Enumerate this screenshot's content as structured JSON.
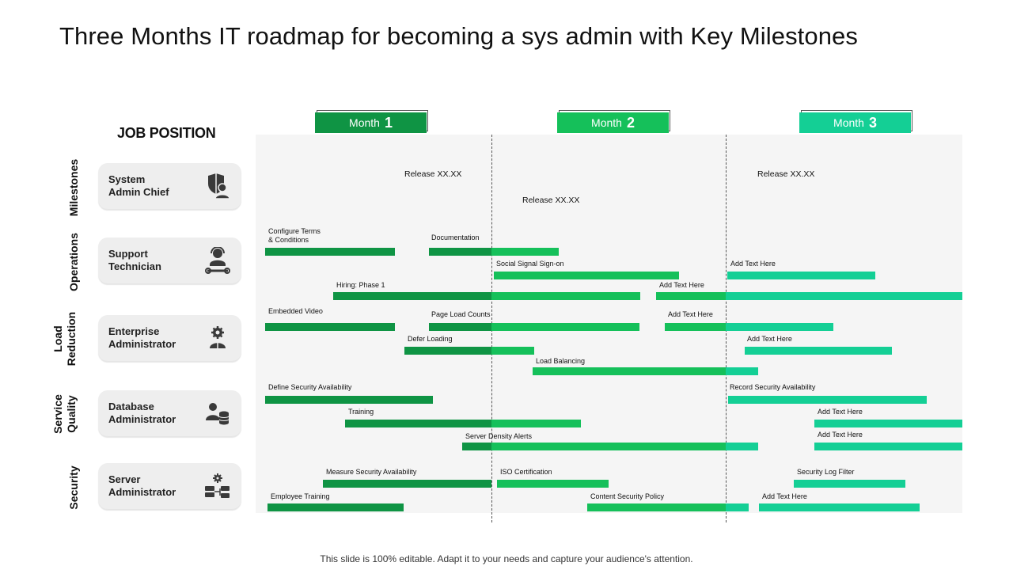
{
  "title": "Three Months IT roadmap for becoming a sys admin with Key Milestones",
  "job_position_heading": "JOB POSITION",
  "months": [
    {
      "word": "Month",
      "num": "1",
      "color": "#0f9444"
    },
    {
      "word": "Month",
      "num": "2",
      "color": "#15c05a"
    },
    {
      "word": "Month",
      "num": "3",
      "color": "#14cf95"
    }
  ],
  "categories": [
    "Milestones",
    "Operations",
    "Load\nReduction",
    "Service\nQuality",
    "Security"
  ],
  "jobs": [
    {
      "name": "System\nAdmin Chief",
      "icon": "shield-user-icon"
    },
    {
      "name": "Support\nTechnician",
      "icon": "technician-icon"
    },
    {
      "name": "Enterprise\nAdministrator",
      "icon": "admin-gear-icon"
    },
    {
      "name": "Database\nAdministrator",
      "icon": "database-user-icon"
    },
    {
      "name": "Server\nAdministrator",
      "icon": "server-network-icon"
    }
  ],
  "milestones": [
    "Release XX.XX",
    "Release XX.XX",
    "Release XX.XX"
  ],
  "tasks": [
    {
      "label": "Configure Terms\n& Conditions"
    },
    {
      "label": "Documentation"
    },
    {
      "label": "Social Signal Sign-on"
    },
    {
      "label": "Add Text Here"
    },
    {
      "label": "Hiring: Phase 1"
    },
    {
      "label": "Add Text Here"
    },
    {
      "label": "Embedded Video"
    },
    {
      "label": "Page Load Counts"
    },
    {
      "label": "Add Text Here"
    },
    {
      "label": "Defer Loading"
    },
    {
      "label": "Add Text Here"
    },
    {
      "label": "Load Balancing"
    },
    {
      "label": "Define Security Availability"
    },
    {
      "label": "Record Security Availability"
    },
    {
      "label": "Training"
    },
    {
      "label": "Add Text Here"
    },
    {
      "label": "Server Density Alerts"
    },
    {
      "label": "Add Text Here"
    },
    {
      "label": "Measure Security Availability"
    },
    {
      "label": "ISO Certification"
    },
    {
      "label": "Security Log Filter"
    },
    {
      "label": "Employee Training"
    },
    {
      "label": "Content Security Policy"
    },
    {
      "label": "Add Text Here"
    }
  ],
  "footer": "This slide is 100% editable. Adapt it to your needs and capture your audience's attention."
}
